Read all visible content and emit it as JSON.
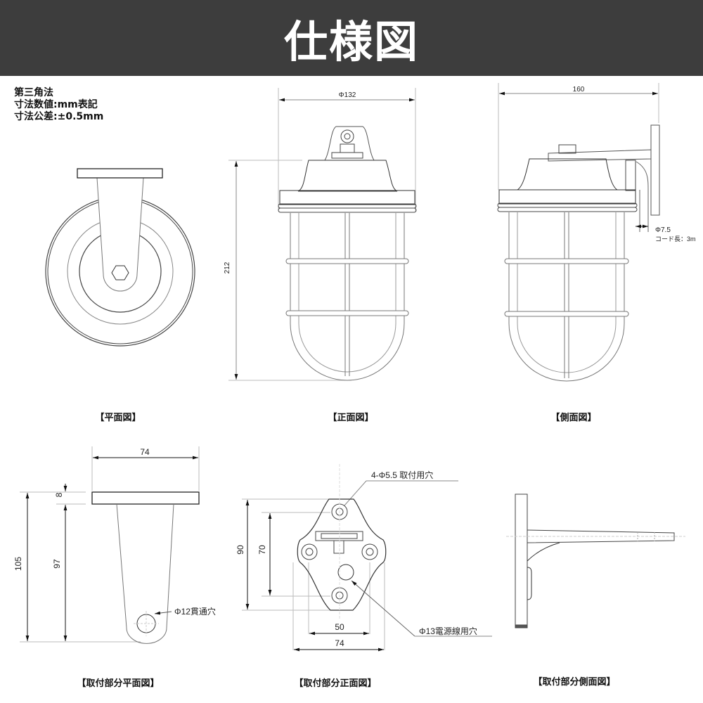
{
  "header": {
    "title": "仕様図",
    "background": "#3d3d3d"
  },
  "notes": [
    "第三角法",
    "寸法数値:mm表記",
    "寸法公差:±0.5mm"
  ],
  "views": {
    "plan": {
      "label": "【平面図】"
    },
    "front": {
      "label": "【正面図】",
      "width_dim": "Φ132",
      "height_dim": "212"
    },
    "side": {
      "label": "【側面図】",
      "depth_dim": "160",
      "cord_diameter": "Φ7.5",
      "cord_length": "コード長：3m"
    },
    "mount_plan": {
      "label": "【取付部分平面図】",
      "width_dim": "74",
      "plate_thickness": "8",
      "total_height": "105",
      "arm_length": "97",
      "hole_note": "Φ12貫通穴"
    },
    "mount_front": {
      "label": "【取付部分正面図】",
      "hole_note": "4-Φ5.5 取付用穴",
      "cable_hole_note": "Φ13電源線用穴",
      "height_outer": "90",
      "height_inner": "70",
      "width_inner": "50",
      "width_outer": "74"
    },
    "mount_side": {
      "label": "【取付部分側面図】"
    }
  }
}
